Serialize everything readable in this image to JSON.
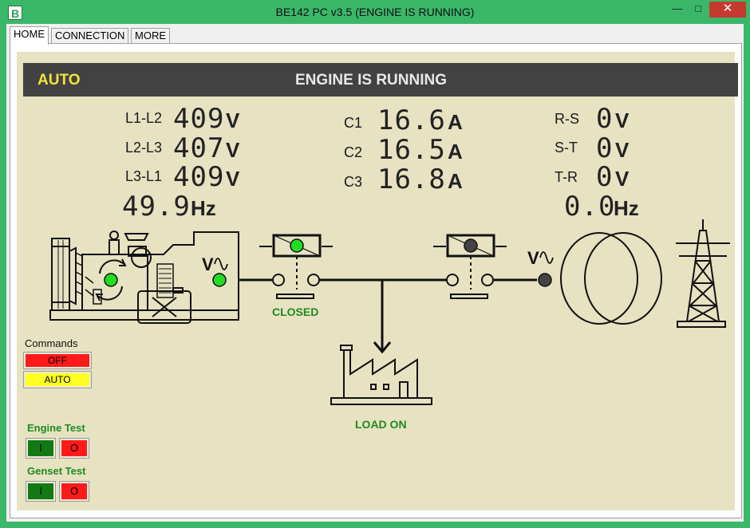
{
  "window": {
    "app_icon": "B",
    "title": "BE142 PC v3.5 (ENGINE IS RUNNING)",
    "minimize": "—",
    "maximize": "□",
    "close": "✕"
  },
  "tabs": [
    {
      "label": "HOME",
      "active": true
    },
    {
      "label": "CONNECTION",
      "active": false
    },
    {
      "label": "MORE",
      "active": false
    }
  ],
  "status": {
    "mode": "AUTO",
    "message": "ENGINE IS RUNNING"
  },
  "genset_voltages": [
    {
      "label": "L1-L2",
      "value": "409",
      "unit": "V"
    },
    {
      "label": "L2-L3",
      "value": "407",
      "unit": "V"
    },
    {
      "label": "L3-L1",
      "value": "409",
      "unit": "V"
    }
  ],
  "genset_frequency": {
    "value": "49.9",
    "unit": "Hz"
  },
  "currents": [
    {
      "label": "C1",
      "value": "16.6",
      "unit": "A"
    },
    {
      "label": "C2",
      "value": "16.5",
      "unit": "A"
    },
    {
      "label": "C3",
      "value": "16.8",
      "unit": "A"
    }
  ],
  "mains_voltages": [
    {
      "label": "R-S",
      "value": "0",
      "unit": "V"
    },
    {
      "label": "S-T",
      "value": "0",
      "unit": "V"
    },
    {
      "label": "T-R",
      "value": "0",
      "unit": "V"
    }
  ],
  "mains_frequency": {
    "value": "0.0",
    "unit": "Hz"
  },
  "diagram": {
    "genset_breaker_status": "CLOSED",
    "load_status": "LOAD ON",
    "voltage_symbol": "V",
    "engine_running": true,
    "genset_voltage_present": true,
    "genset_breaker_closed": true,
    "mains_breaker_closed": false,
    "mains_voltage_present": false,
    "colors": {
      "on": "#22dd22",
      "off": "#444444",
      "line": "#111111"
    }
  },
  "commands": {
    "title": "Commands",
    "off_label": "OFF",
    "auto_label": "AUTO",
    "off_color": "#ff1a1a",
    "auto_color": "#ffff22"
  },
  "engine_test": {
    "title": "Engine Test",
    "on_label": "I",
    "off_label": "O"
  },
  "genset_test": {
    "title": "Genset Test",
    "on_label": "I",
    "off_label": "O"
  },
  "icons": [
    "generator-icon",
    "engine-rotation-icon",
    "breaker-icon",
    "factory-load-icon",
    "transformer-icon",
    "pylon-icon",
    "sine-wave-icon"
  ]
}
